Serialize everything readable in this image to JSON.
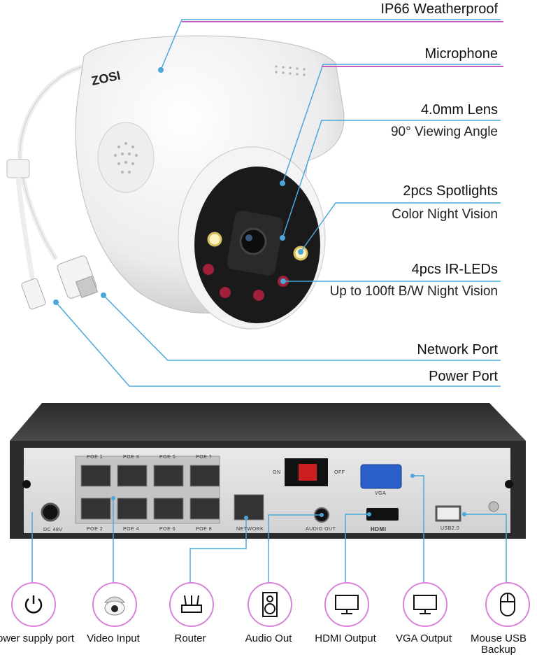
{
  "camera_features": [
    {
      "title": "IP66 Weatherproof",
      "subtitle": ""
    },
    {
      "title": "Microphone",
      "subtitle": ""
    },
    {
      "title": "4.0mm Lens",
      "subtitle": "90° Viewing Angle"
    },
    {
      "title": "2pcs Spotlights",
      "subtitle": "Color Night Vision"
    },
    {
      "title": "4pcs IR-LEDs",
      "subtitle": "Up to 100ft B/W Night Vision"
    },
    {
      "title": "Network Port",
      "subtitle": ""
    },
    {
      "title": "Power Port",
      "subtitle": ""
    }
  ],
  "camera": {
    "brand": "ZOSI"
  },
  "nvr": {
    "power_label": "DC 48V",
    "poe_top": [
      "POE 1",
      "POE 3",
      "POE 5",
      "POE 7"
    ],
    "poe_bottom": [
      "POE 2",
      "POE 4",
      "POE 6",
      "POE 8"
    ],
    "network_label": "NETWORK",
    "switch_on": "ON",
    "switch_off": "OFF",
    "vga_label": "VGA",
    "audio_label": "AUDIO OUT",
    "hdmi_label": "HDMI",
    "usb_label": "USB2.0"
  },
  "connections": [
    {
      "label": "Power supply port",
      "icon": "power-icon"
    },
    {
      "label": "Video Input",
      "icon": "camera-icon"
    },
    {
      "label": "Router",
      "icon": "router-icon"
    },
    {
      "label": "Audio Out",
      "icon": "speaker-icon"
    },
    {
      "label": "HDMI Output",
      "icon": "monitor-icon"
    },
    {
      "label": "VGA Output",
      "icon": "monitor-icon"
    },
    {
      "label": "Mouse USB Backup",
      "icon": "mouse-icon"
    }
  ],
  "colors": {
    "accent": "#c45cc6",
    "callout": "#4aa8d8"
  }
}
